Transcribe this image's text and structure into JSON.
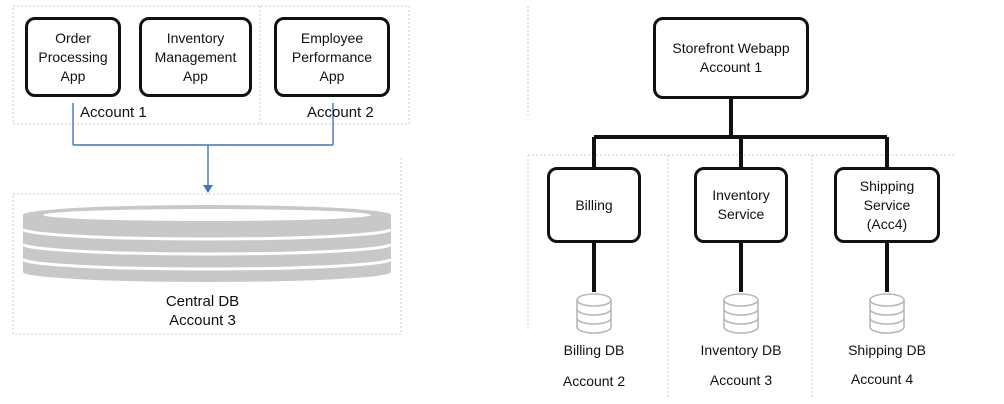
{
  "left_panel": {
    "apps": [
      {
        "label": "Order\nProcessing\nApp"
      },
      {
        "label": "Inventory\nManagement\nApp"
      },
      {
        "label": "Employee\nPerformance\nApp"
      }
    ],
    "account_1_label": "Account 1",
    "account_2_label": "Account 2",
    "central_db": {
      "name": "Central DB",
      "account": "Account 3"
    }
  },
  "right_panel": {
    "storefront": {
      "name": "Storefront Webapp",
      "account": "Account 1"
    },
    "services": [
      {
        "label": "Billing",
        "db": "Billing DB",
        "account": "Account 2"
      },
      {
        "label": "Inventory\nService",
        "db": "Inventory DB",
        "account": "Account 3"
      },
      {
        "label": "Shipping\nService\n(Acc4)",
        "db": "Shipping DB",
        "account": "Account 4"
      }
    ]
  },
  "colors": {
    "connector_blue": "#4472c4",
    "db_gray": "#c8c8c8",
    "dotted_border": "#c8ccd8"
  }
}
